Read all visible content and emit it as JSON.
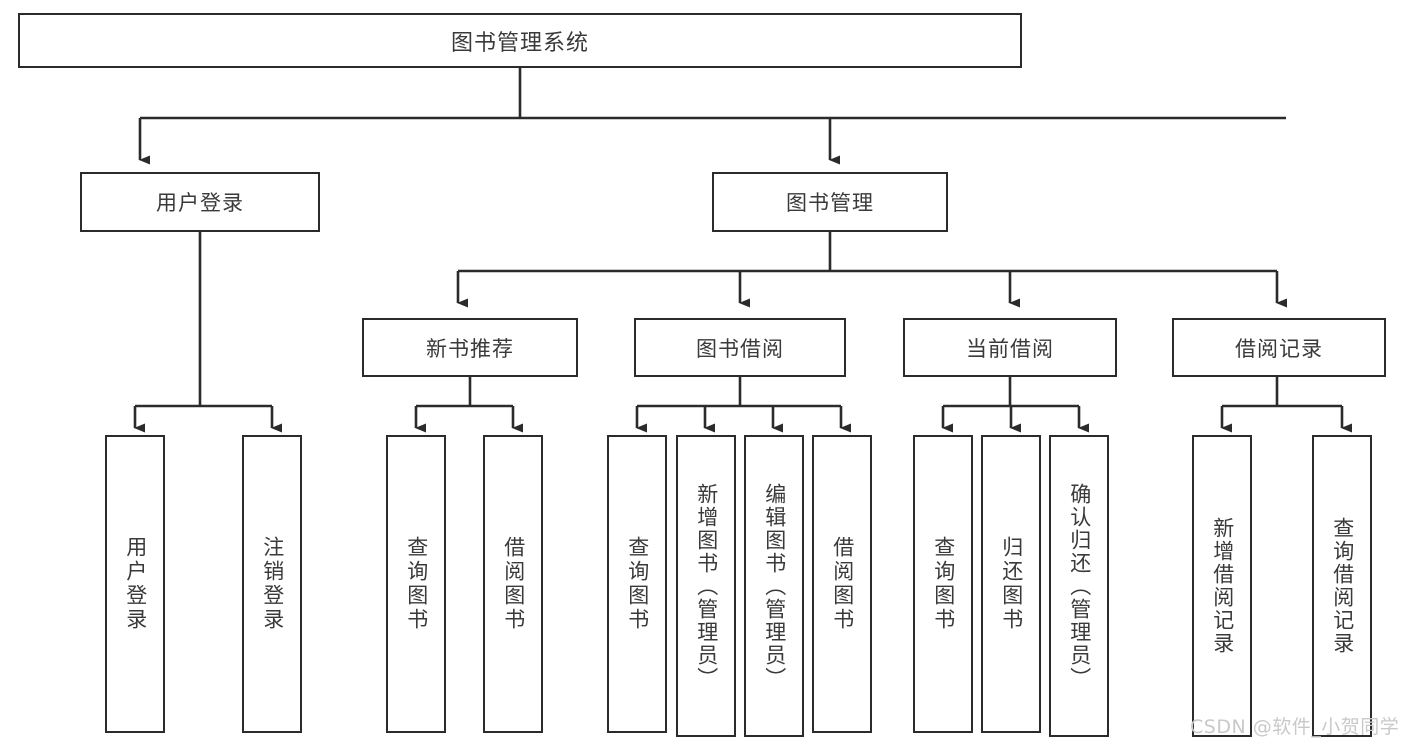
{
  "diagram": {
    "title_node": "图书管理系统",
    "level2": [
      {
        "label": "用户登录"
      },
      {
        "label": "图书管理"
      }
    ],
    "level3": [
      {
        "label": "新书推荐"
      },
      {
        "label": "图书借阅"
      },
      {
        "label": "当前借阅"
      },
      {
        "label": "借阅记录"
      }
    ],
    "leaves": {
      "user_login": [
        {
          "label": "用户登录"
        },
        {
          "label": "注销登录"
        }
      ],
      "new_book_recommend": [
        {
          "label": "查询图书"
        },
        {
          "label": "借阅图书"
        }
      ],
      "book_borrow": [
        {
          "label": "查询图书"
        },
        {
          "label": "新增图书（管理员）"
        },
        {
          "label": "编辑图书（管理员）"
        },
        {
          "label": "借阅图书"
        }
      ],
      "current_borrow": [
        {
          "label": "查询图书"
        },
        {
          "label": "归还图书"
        },
        {
          "label": "确认归还（管理员）"
        }
      ],
      "borrow_record": [
        {
          "label": "新增借阅记录"
        },
        {
          "label": "查询借阅记录"
        }
      ]
    }
  },
  "watermark": {
    "text": "CSDN @软件_小贺同学"
  },
  "colors": {
    "stroke": "#2b2b2b",
    "text": "#3a3a3a",
    "background": "#ffffff",
    "watermark": "#c9c9c9"
  }
}
